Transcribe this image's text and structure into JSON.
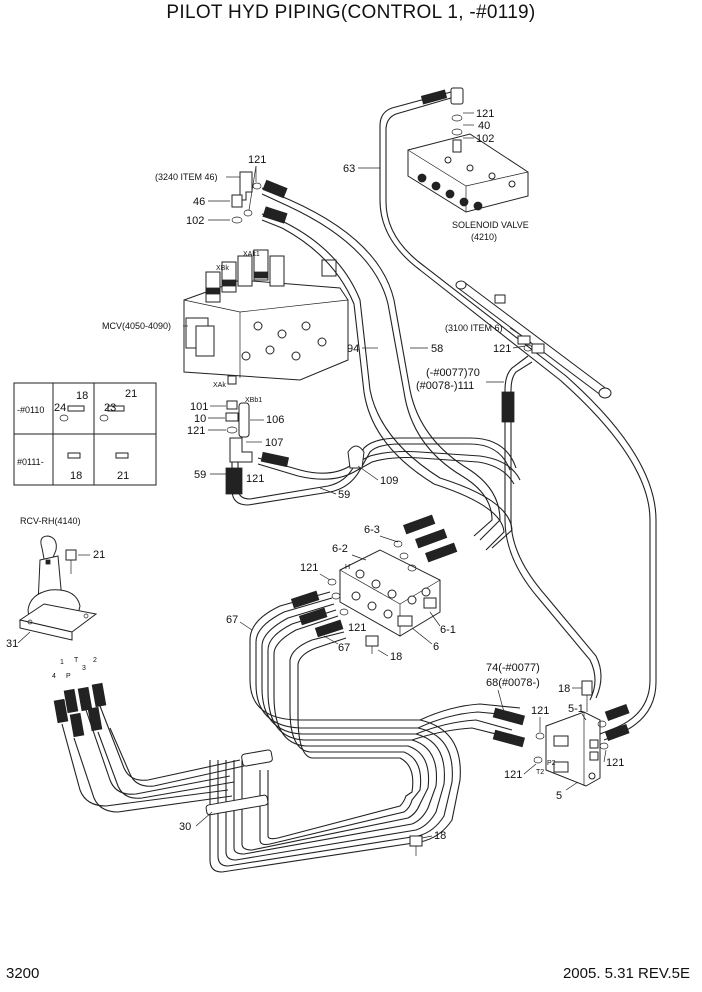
{
  "title": "PILOT HYD PIPING(CONTROL 1, -#0119)",
  "page_number": "3200",
  "footer_date": "2005. 5.31  REV.5E",
  "components": {
    "solenoid_valve": "SOLENOID VALVE",
    "solenoid_valve_ref": "(4210)",
    "mcv": "MCV(4050-4090)",
    "rcv": "RCV-RH(4140)",
    "ref_3240": "(3240 ITEM 46)",
    "ref_3100": "(3100 ITEM 6)"
  },
  "port_labels": {
    "xbk": "XBk",
    "xak1": "XAk1",
    "xak": "XAk",
    "xbb1": "XBb1",
    "h": "H",
    "p2": "P2",
    "t2": "T2",
    "rcv_1": "1",
    "rcv_2": "2",
    "rcv_3": "3",
    "rcv_4": "4",
    "rcv_t": "T",
    "rcv_p": "P"
  },
  "inset_table": {
    "row1_label": "-#0110",
    "row2_label": "#0111-",
    "r1_a": "18",
    "r1_b": "24",
    "r1_c": "21",
    "r1_d": "23",
    "r2_a": "18",
    "r2_b": "21"
  },
  "callouts": {
    "c121_top": "121",
    "c40": "40",
    "c102_top": "102",
    "c63": "63",
    "c121_mcv": "121",
    "c46": "46",
    "c102_mcv": "102",
    "c94": "94",
    "c58": "58",
    "c121_mid": "121",
    "c70": "(-#0077)70",
    "c111": "(#0078-)111",
    "c101": "101",
    "c10": "10",
    "c121_l": "121",
    "c106": "106",
    "c107": "107",
    "c59a": "59",
    "c121_59": "121",
    "c59b": "59",
    "c109": "109",
    "c21_rcv": "21",
    "c31": "31",
    "c6_3": "6-3",
    "c6_2": "6-2",
    "c121_blk": "121",
    "c121_blk2": "121",
    "c6_1": "6-1",
    "c6": "6",
    "c67a": "67",
    "c67b": "67",
    "c18_blk": "18",
    "c74": "74(-#0077)",
    "c68": "68(#0078-)",
    "c18_r": "18",
    "c121_r1": "121",
    "c5_1": "5-1",
    "c121_r2": "121",
    "c121_r3": "121",
    "c5": "5",
    "c30": "30",
    "c18_bot": "18"
  }
}
